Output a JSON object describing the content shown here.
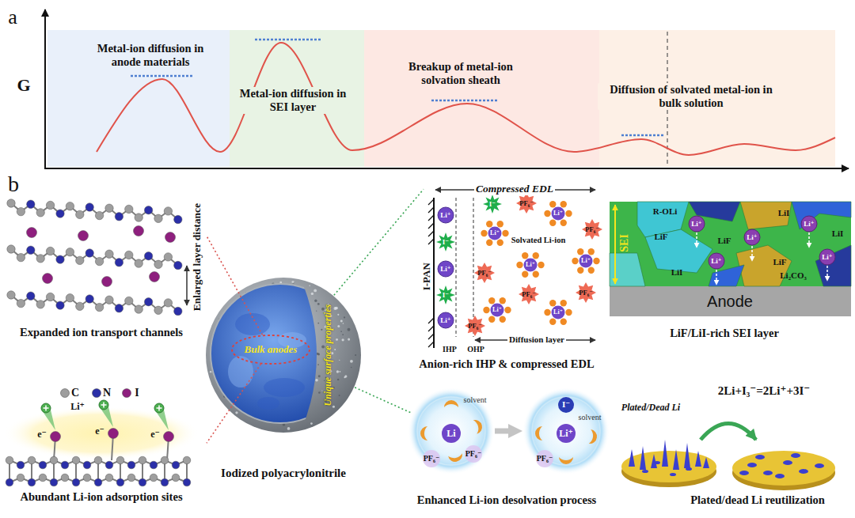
{
  "diagram": {
    "nodes": [
      {
        "text": [
          "Metal-ion diffusion in anode materials"
        ]
      },
      {
        "text": [
          "Metal-ion diffusion in SEI layer"
        ]
      },
      {
        "text": [
          "Breakup of metal-ion solvation sheath"
        ]
      },
      {
        "text": [
          "Diffusion of solvated metal-ion in bulk solution"
        ]
      },
      {
        "text": [
          "Enlarged layer distance",
          "Expanded ion transport channels"
        ]
      },
      {
        "text": [
          "Abundant Li-ion adsorption sites"
        ]
      },
      {
        "text": [
          "Unique surface properties",
          "Iodized polyacrylonitrile"
        ]
      },
      {
        "text": [
          "Bulk anodes"
        ],
        "in": 6
      },
      {
        "text": [
          "Compressed EDL",
          "Anion-rich IHP & compressed EDL"
        ]
      },
      {
        "text": [
          "LiF/LiI-rich SEI layer"
        ]
      },
      {
        "text": [
          "Anode"
        ],
        "in": 9
      },
      {
        "text": [
          "solvent",
          "Li",
          "PF₆⁻",
          "PF₆⁻"
        ]
      },
      {
        "text": [
          "I⁻",
          "solvent",
          "Li⁺",
          "PF₆⁻"
        ]
      }
    ],
    "edges": [
      {
        "from": 7,
        "to": 4,
        "arrow": "none"
      },
      {
        "from": 7,
        "to": 5,
        "arrow": "none"
      },
      {
        "from": 6,
        "to": 8,
        "arrow": "none"
      },
      {
        "from": 6,
        "to": 11,
        "arrow": "none"
      },
      {
        "from": 11,
        "to": 12,
        "arrow": "to"
      }
    ],
    "labels": [
      "a",
      "b",
      "G",
      "Li⁺",
      "e⁻",
      "e⁻",
      "e⁻",
      "I-PAN",
      "IHP",
      "OHP",
      "Diffusion layer",
      "Solvated Li-ion",
      "Li⁺",
      "Li⁺",
      "Li⁺",
      "I⁻",
      "I⁻",
      "I⁻",
      "PF₆⁻",
      "PF₆⁻",
      "PF₆⁻",
      "PF₆⁻",
      "PF₆⁻",
      "PF₆⁻",
      "Li⁺",
      "Li⁺",
      "Li⁺",
      "Li⁺",
      "Li⁺",
      "Li⁺",
      "SEI",
      "R-OLi",
      "LiF",
      "LiF",
      "LiF",
      "LiI",
      "LiI",
      "LiI",
      "Li₂CO₃",
      "Li⁺",
      "Li⁺",
      "Li⁺",
      "Li⁺",
      "Li⁺",
      "Enhanced Li-ion desolvation process",
      "2Li+I₃⁻=2Li⁺+3I⁻",
      "Plated/Dead Li",
      "Plated/dead Li reutilization"
    ],
    "legend": [
      {
        "text": "C",
        "color": "#9e9e9e"
      },
      {
        "text": "N",
        "color": "#2b2fa8"
      },
      {
        "text": "I",
        "color": "#8e1f7e"
      }
    ]
  }
}
